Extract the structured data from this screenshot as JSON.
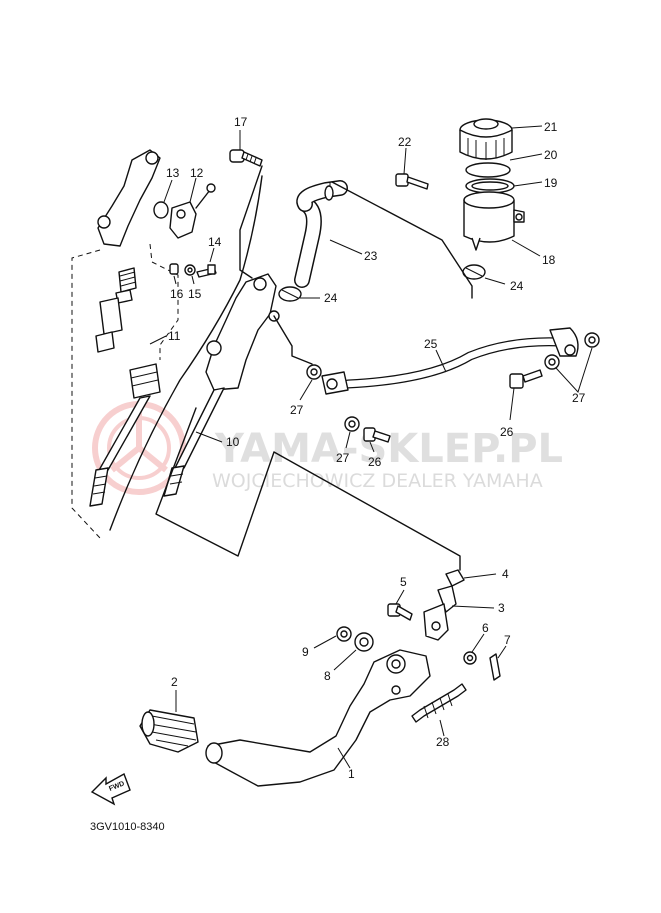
{
  "watermark": {
    "title": "YAMA-SKLEP.PL",
    "subtitle": "WOJCIECHOWICZ DEALER YAMAHA",
    "logo": "yamaha-tuning-forks-logo",
    "color": "#f4c7c7"
  },
  "diagram_code": "3GV1010-8340",
  "front_arrow": {
    "icon": "front-arrow-icon",
    "text": "FWD"
  },
  "part_labels": {
    "p1": "1",
    "p2": "2",
    "p3": "3",
    "p4": "4",
    "p5": "5",
    "p6": "6",
    "p7": "7",
    "p8": "8",
    "p9": "9",
    "p10": "10",
    "p11": "11",
    "p12": "12",
    "p13": "13",
    "p14": "14",
    "p15": "15",
    "p16": "16",
    "p17": "17",
    "p18": "18",
    "p19": "19",
    "p20": "20",
    "p21": "21",
    "p22": "22",
    "p23": "23",
    "p24a": "24",
    "p24b": "24",
    "p25": "25",
    "p26a": "26",
    "p26b": "26",
    "p27a": "27",
    "p27b": "27",
    "p27c": "27",
    "p28": "28"
  }
}
